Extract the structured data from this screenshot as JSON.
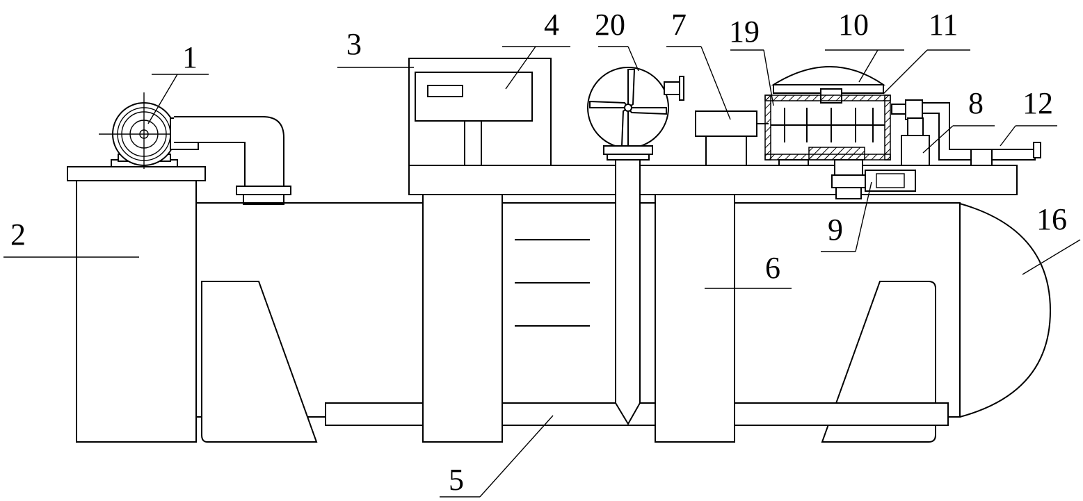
{
  "labels": {
    "l1": "1",
    "l2": "2",
    "l3": "3",
    "l4": "4",
    "l5": "5",
    "l6": "6",
    "l7": "7",
    "l8": "8",
    "l9": "9",
    "l10": "10",
    "l11": "11",
    "l12": "12",
    "l16": "16",
    "l19": "19",
    "l20": "20"
  }
}
